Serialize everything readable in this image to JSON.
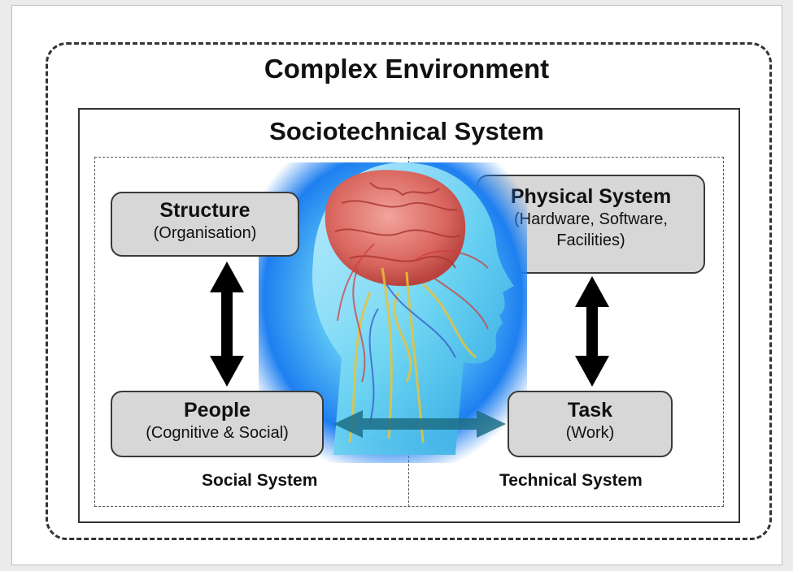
{
  "diagram": {
    "environment_title": "Complex Environment",
    "system_title": "Sociotechnical System",
    "nodes": {
      "structure": {
        "title": "Structure",
        "subtitle": "(Organisation)"
      },
      "people": {
        "title": "People",
        "subtitle": "(Cognitive & Social)"
      },
      "physical": {
        "title": "Physical System",
        "subtitle_line1": "(Hardware, Software,",
        "subtitle_line2": "Facilities)"
      },
      "task": {
        "title": "Task",
        "subtitle": "(Work)"
      }
    },
    "subsystems": {
      "social": "Social System",
      "technical": "Technical System"
    },
    "connections": [
      {
        "from": "Structure",
        "to": "People",
        "direction": "both"
      },
      {
        "from": "Physical System",
        "to": "Task",
        "direction": "both"
      },
      {
        "from": "People",
        "to": "Task",
        "direction": "both"
      }
    ],
    "image": "human-head-brain-nervous-system"
  },
  "colors": {
    "node_fill": "#d7d7d7",
    "glow_blue": "#1e8fff",
    "head_cyan": "#6fd6f2",
    "brain_red": "#d8655e"
  }
}
